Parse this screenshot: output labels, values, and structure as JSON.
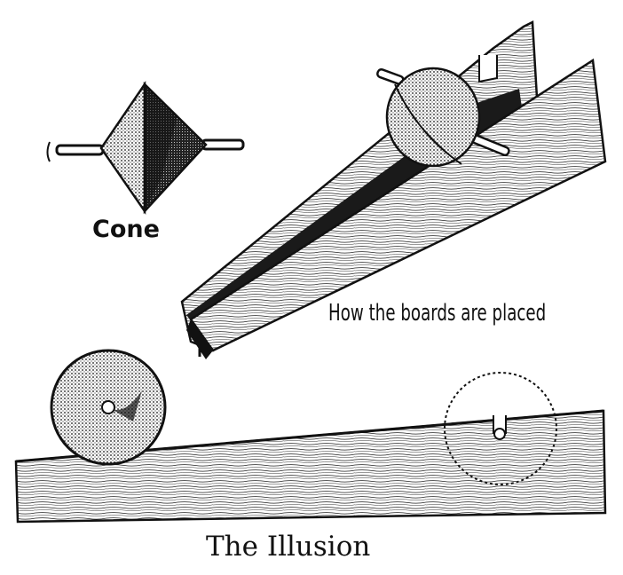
{
  "labels": {
    "cone": "Cone",
    "boards": "How the boards are placed",
    "illusion": "The Illusion"
  },
  "colors": {
    "ink": "#111111",
    "paper": "#ffffff"
  }
}
